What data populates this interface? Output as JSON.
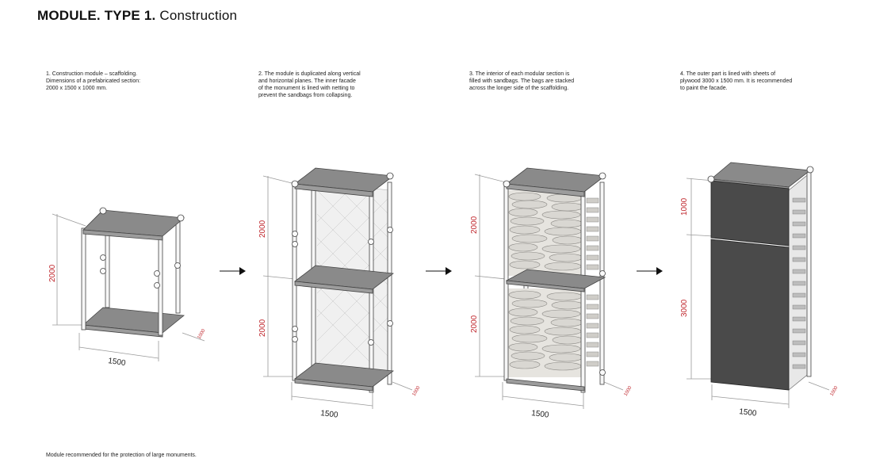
{
  "header": {
    "title_bold": "MODULE. TYPE 1.",
    "title_light": "Construction"
  },
  "steps": [
    {
      "text": "1. Construction module – scaffolding.\nDimensions of a prefabricated section:\n2000 x 1500 x 1000 mm."
    },
    {
      "text": "2. The module is duplicated along vertical\nand horizontal planes. The inner facade\nof the monument is lined with netting to\nprevent the sandbags from collapsing."
    },
    {
      "text": "3. The interior of each modular section is\nfilled with sandbags. The bags are stacked\nacross the longer side of the scaffolding."
    },
    {
      "text": "4. The outer part is lined with sheets of\nplywood 3000 x 1500 mm. It is recommended\nto paint the facade."
    }
  ],
  "dimensions": {
    "d1_height": "2000",
    "d1_width": "1500",
    "d1_depth": "1000",
    "d2_height_top": "2000",
    "d2_height_bottom": "2000",
    "d2_width": "1500",
    "d2_depth": "1000",
    "d3_height_top": "2000",
    "d3_height_bottom": "2000",
    "d3_width": "1500",
    "d3_depth": "1000",
    "d4_height_top": "1000",
    "d4_height_bottom": "3000",
    "d4_width": "1500",
    "d4_depth": "1000"
  },
  "footer": {
    "note": "Module recommended for the protection of large monuments."
  },
  "colors": {
    "dimension_red": "#c0272d",
    "panel_dark": "#4a4a4a",
    "shelf_gray": "#8a8a8a"
  }
}
